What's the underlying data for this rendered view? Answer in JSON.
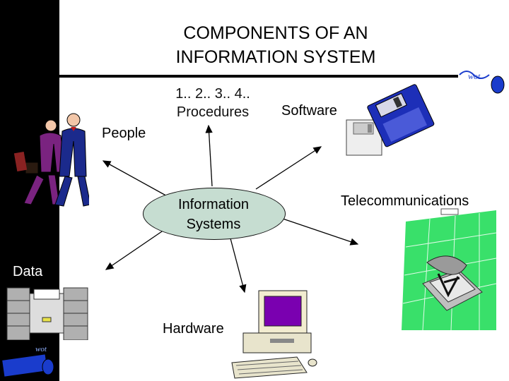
{
  "title": {
    "line1": "COMPONENTS OF AN",
    "line2": "INFORMATION SYSTEM"
  },
  "center": {
    "line1": "Information",
    "line2": "Systems"
  },
  "components": {
    "procedures_numbers": "1.. 2.. 3.. 4..",
    "procedures": "Procedures",
    "software": "Software",
    "people": "People",
    "telecommunications": "Telecommunications",
    "data": "Data",
    "hardware": "Hardware"
  },
  "logo_text": "wot",
  "colors": {
    "background": "#ffffff",
    "left_bar": "#000000",
    "center_fill": "#c6ddd1",
    "grid_green": "#3ee06a",
    "disk_blue": "#1d2fb8"
  },
  "icons": [
    "people-clipart-icon",
    "floppy-disk-icon",
    "satellite-dish-icon",
    "file-cabinet-icon",
    "computer-icon",
    "mouse-logo-icon"
  ]
}
